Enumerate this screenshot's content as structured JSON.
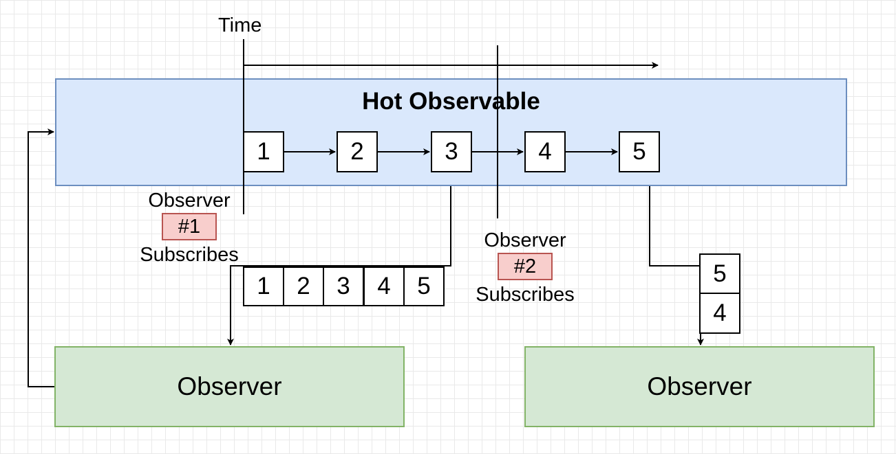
{
  "time_label": "Time",
  "hot_observable": {
    "title": "Hot Observable",
    "items": [
      "1",
      "2",
      "3",
      "4",
      "5"
    ]
  },
  "subscription_1": {
    "line1": "Observer",
    "tag": "#1",
    "line2": "Subscribes",
    "buffer": [
      "1",
      "2",
      "3",
      "4",
      "5"
    ]
  },
  "subscription_2": {
    "line1": "Observer",
    "tag": "#2",
    "line2": "Subscribes",
    "buffer": [
      "5",
      "4"
    ]
  },
  "observers": [
    "Observer",
    "Observer"
  ],
  "colors": {
    "hot_fill": "#dae8fc",
    "hot_stroke": "#6c8ebf",
    "observer_fill": "#d5e8d4",
    "observer_stroke": "#82b366",
    "tag_fill": "#f8cecc",
    "tag_stroke": "#b85450"
  }
}
